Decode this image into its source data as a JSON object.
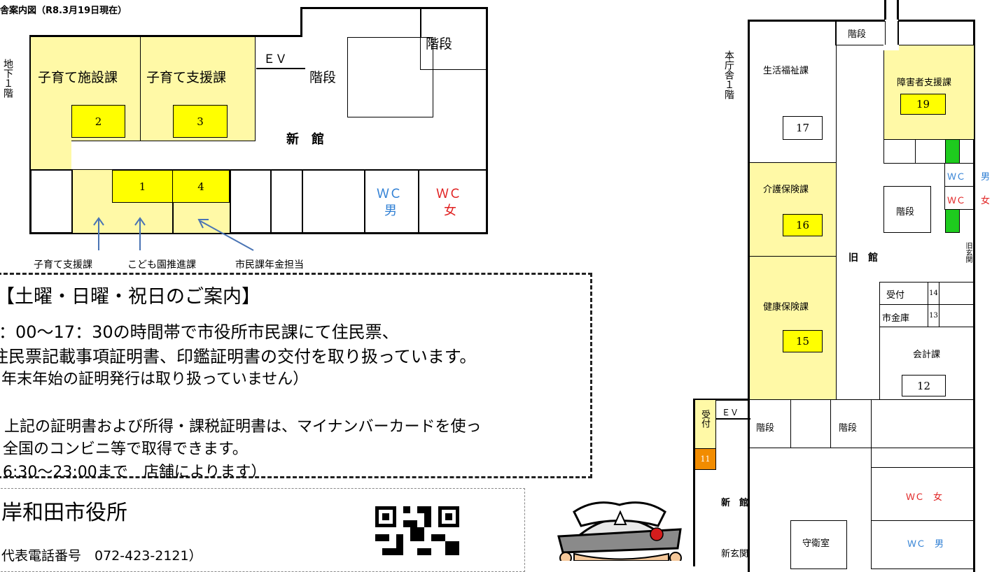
{
  "title": "舎案内図（R8.3月19日現在）",
  "basement": {
    "floor_label": "地下１階",
    "hall": "新　館",
    "rooms": {
      "kosodate_shisetsu": "子育て施設課",
      "kosodate_shien": "子育て支援課",
      "ev": "ＥＶ",
      "stairs1": "階段",
      "stairs2": "階段",
      "wc_male_1": "ＷＣ",
      "wc_male_2": "男",
      "wc_female_1": "ＷＣ",
      "wc_female_2": "女"
    },
    "numbers": {
      "n1": "1",
      "n2": "2",
      "n3": "3",
      "n4": "4"
    },
    "arrow_labels": {
      "a": "子育て支援課",
      "b": "こども園推進課",
      "c": "市民課年金担当"
    }
  },
  "notice": {
    "heading": "【土曜・日曜・祝日のご案内】",
    "line1": "：00～17：30の時間帯で市役所市民課にて住民票、",
    "line2": "住民票記載事項証明書、印鑑証明書の交付を取り扱っています。",
    "line3": "年末年始の証明発行は取り扱っていません）",
    "line4": "上記の証明書および所得・課税証明書は、マイナンバーカードを使っ",
    "line5": "全国のコンビニ等で取得できます。",
    "line6": "6:30～23:00まで　店舗によります）"
  },
  "footer": {
    "office": "岸和田市役所",
    "phone": "代表電話番号　072-423-2121）"
  },
  "first_floor": {
    "floor_label": "本庁舎１階",
    "old_hall": "旧　館",
    "new_hall": "新　館",
    "old_entrance": "旧玄関",
    "rooms": {
      "stairs_top": "階段",
      "seikatsu": "生活福祉課",
      "shogai": "障害者支援課",
      "kaigo": "介護保険課",
      "kenko": "健康保険課",
      "stairs_mid": "階段",
      "uketsuke": "受付",
      "shikinko": "市金庫",
      "kaikei": "会計課",
      "ev": "ＥＶ",
      "uketsuke_side": "受付",
      "stairs_a": "階段",
      "stairs_b": "階段",
      "wc_f": "ＷＣ　女",
      "wc_m": "ＷＣ　男",
      "shinkankan": "新玄関",
      "shueishitsu": "守衛室",
      "wc1": "ＷＣ",
      "wc1_sex": "男",
      "wc2": "ＷＣ",
      "wc2_sex": "女"
    },
    "numbers": {
      "n11": "11",
      "n12": "12",
      "n13": "13",
      "n14": "14",
      "n15": "15",
      "n16": "16",
      "n17": "17",
      "n19": "19"
    }
  }
}
